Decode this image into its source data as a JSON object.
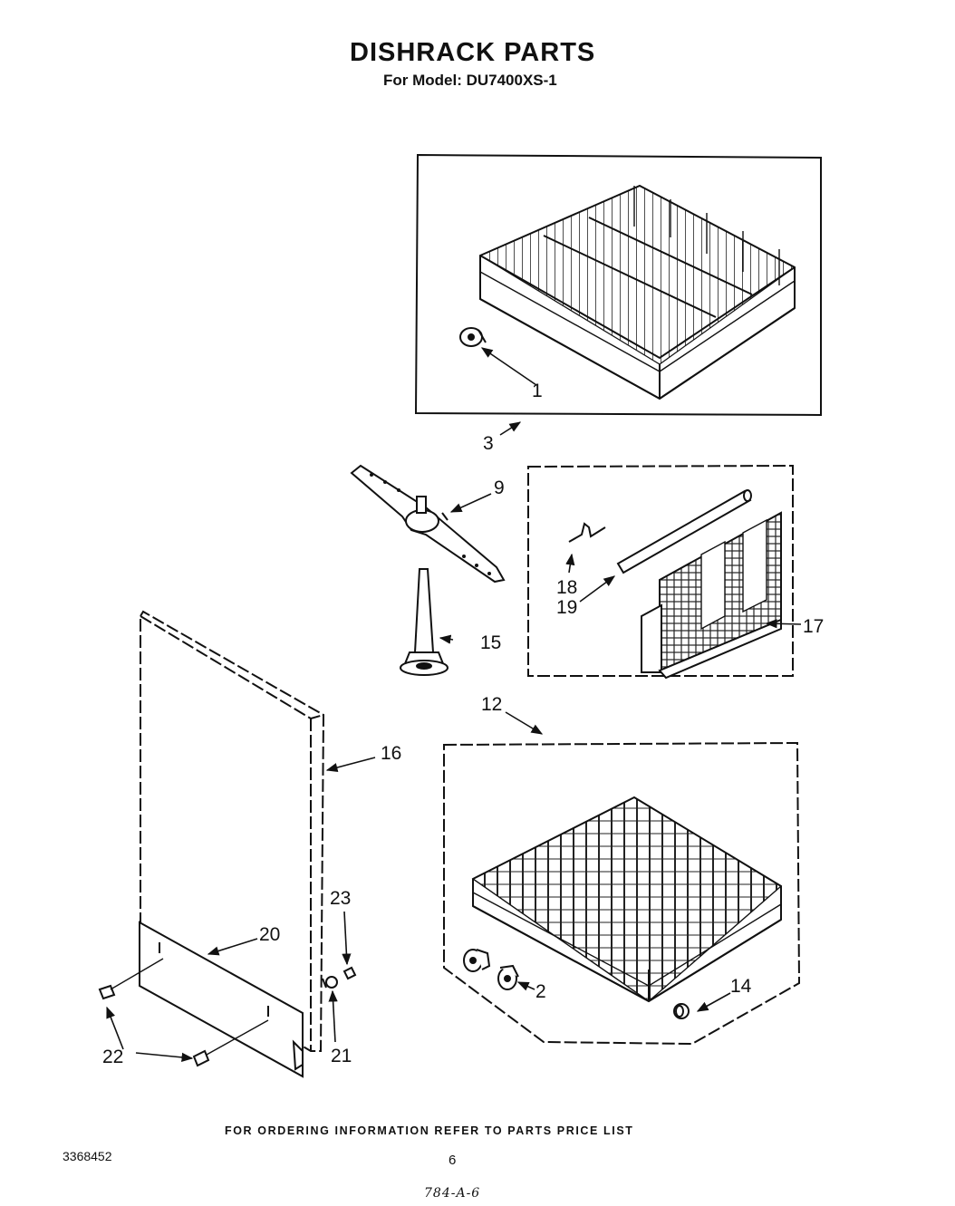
{
  "header": {
    "title": "DISHRACK PARTS",
    "model": "For Model: DU7400XS-1"
  },
  "callouts": {
    "c1": "1",
    "c2": "2",
    "c3": "3",
    "c9": "9",
    "c12": "12",
    "c14": "14",
    "c15": "15",
    "c16": "16",
    "c17": "17",
    "c18": "18",
    "c19": "19",
    "c20": "20",
    "c21": "21",
    "c22": "22",
    "c23": "23"
  },
  "footer": {
    "ordering_info": "FOR ORDERING INFORMATION REFER TO PARTS PRICE LIST",
    "doc_number": "3368452",
    "page_number": "6",
    "handwritten_code": "784-A-6"
  }
}
